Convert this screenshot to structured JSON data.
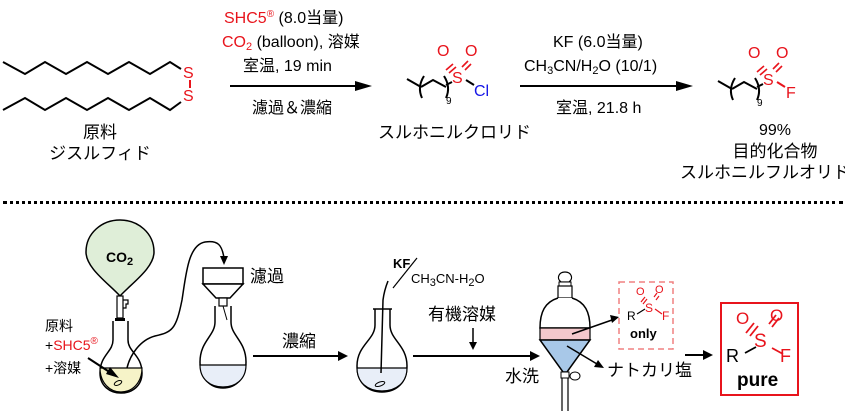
{
  "scheme": {
    "starting_material": {
      "label_line1": "原料",
      "label_line2": "ジスルフィド",
      "atom_s1": "S",
      "atom_s2": "S"
    },
    "step1": {
      "reagent_name": "SHC5",
      "reagent_mark": "®",
      "reagent_amount": "(8.0当量)",
      "gas_prefix": "CO",
      "gas_sub": "2",
      "gas_rest": " (balloon), 溶媒",
      "condition": "室温, 19 min",
      "workup": "濾過＆濃縮"
    },
    "intermediate": {
      "label": "スルホニルクロリド",
      "atom_o": "O",
      "atom_s": "S",
      "atom_cl": "Cl",
      "repeat_n": "9"
    },
    "step2": {
      "reagent": "KF (6.0当量)",
      "solvent_parts": [
        "CH",
        "3",
        "CN/H",
        "2",
        "O (10/1)"
      ],
      "condition": "室温, 21.8 h"
    },
    "product": {
      "yield": "99%",
      "label_line1": "目的化合物",
      "label_line2": "スルホニルフルオリド",
      "atom_o": "O",
      "atom_s": "S",
      "atom_f": "F",
      "repeat_n": "9"
    }
  },
  "workflow": {
    "balloon_label_main": "CO",
    "balloon_label_sub": "2",
    "flask1_labels": {
      "line1": "原料",
      "line2_prefix": "+",
      "line2_red": "SHC5",
      "line2_mark": "®",
      "line3": "+溶媒"
    },
    "filtration_label": "濾過",
    "concentration_label": "濃縮",
    "reagent_label_kf": "KF",
    "reagent_label_solvent_parts": [
      "CH",
      "3",
      "CN-H",
      "2",
      "O"
    ],
    "organic_solvent_label": "有機溶媒",
    "water_wash_label": "水洗",
    "aqueous_waste_label": "ナトカリ塩",
    "organic_layer_box": {
      "r": "R",
      "s": "S",
      "o": "O",
      "f": "F",
      "note": "only"
    },
    "final_box": {
      "r": "R",
      "s": "S",
      "o": "O",
      "f": "F",
      "note": "pure"
    },
    "colors": {
      "balloon_fill": "#dfeed8",
      "reaction_liquid": "#f6f3c8",
      "filtrate_liquid": "#e8eef8",
      "organic_layer": "#f4c8cc",
      "aqueous_layer": "#a8c8e8",
      "accent_red": "#e8141c",
      "chlorine_blue": "#1414e6",
      "dashed_box": "#f08080"
    }
  }
}
